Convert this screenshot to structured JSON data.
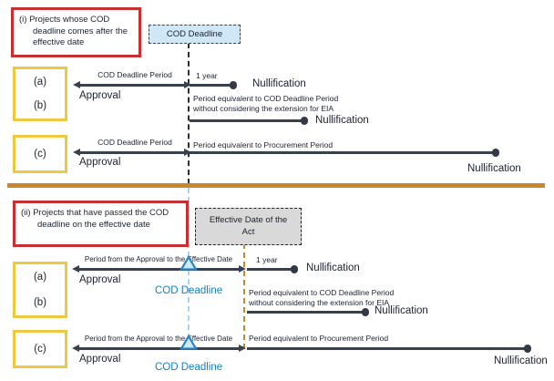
{
  "section_i": {
    "title": "(i) Projects whose COD deadline comes after the effective date",
    "cod_deadline_box": "COD Deadline",
    "group_ab": {
      "a": "(a)",
      "b": "(b)"
    },
    "group_c": {
      "c": "(c)"
    },
    "row_a": {
      "period_label": "COD Deadline Period",
      "approval": "Approval",
      "after_label": "1 year",
      "end_label": "Nullification"
    },
    "row_b": {
      "desc_line1": "Period equivalent to COD Deadline Period",
      "desc_line2": "without considering the extension for EIA",
      "end_label": "Nullification"
    },
    "row_c": {
      "period_label": "COD Deadline Period",
      "approval": "Approval",
      "after_label": "Period equivalent to Procurement Period",
      "end_label": "Nullification"
    }
  },
  "section_ii": {
    "title": "(ii) Projects that have passed the COD deadline on the effective date",
    "effective_date_box": "Effective Date of the Act",
    "group_ab": {
      "a": "(a)",
      "b": "(b)"
    },
    "group_c": {
      "c": "(c)"
    },
    "row_a": {
      "period_label": "Period from the Approval to the Effective Date",
      "approval": "Approval",
      "cod_deadline": "COD Deadline",
      "after_label": "1 year",
      "end_label": "Nullification"
    },
    "row_b": {
      "desc_line1": "Period equivalent to COD Deadline Period",
      "desc_line2": "without considering the extension for EIA",
      "end_label": "Nullification"
    },
    "row_c": {
      "period_label": "Period from the Approval to the Effective Date",
      "approval": "Approval",
      "cod_deadline": "COD Deadline",
      "after_label": "Period equivalent to Procurement Period",
      "end_label": "Nullification"
    }
  },
  "colors": {
    "red_border": "#c43130",
    "yellow_border": "#edc93f",
    "blue_box_fill": "#cfe7f7",
    "gray_box_fill": "#d9d9d9",
    "line": "#39414d",
    "orange_divider": "#c8862d",
    "orange_dashed": "#bf8a2e",
    "light_blue_dashed": "#a9d4eb",
    "blue_text": "#1880bd"
  }
}
